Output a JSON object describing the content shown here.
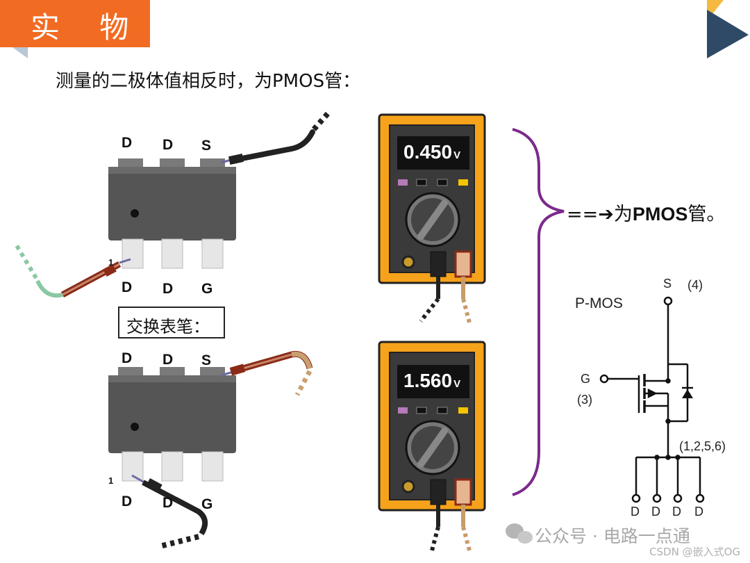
{
  "header": {
    "title": "实 物",
    "subtitle": "测量的二极体值相反时，为PMOS管："
  },
  "chip_top": {
    "pins_top": [
      "D",
      "D",
      "S"
    ],
    "pins_bottom": [
      "D",
      "D",
      "G"
    ],
    "pin1": "1"
  },
  "swap_label": "交换表笔：",
  "chip_bottom": {
    "pins_top": [
      "D",
      "D",
      "S"
    ],
    "pins_bottom": [
      "D",
      "D",
      "G"
    ],
    "pin1": "1"
  },
  "meter_top": {
    "reading": "0.450",
    "unit": "V"
  },
  "meter_bottom": {
    "reading": "1.560",
    "unit": "V"
  },
  "conclusion": {
    "arrow": "==➔",
    "prefix": "为",
    "bold": "PMOS",
    "suffix": "管。"
  },
  "schematic": {
    "title": "P-MOS",
    "s_label": "S",
    "s_num": "(4)",
    "g_label": "G",
    "g_num": "(3)",
    "d_nums": "(1,2,5,6)",
    "d_labels": [
      "D",
      "D",
      "D",
      "D"
    ]
  },
  "watermark": {
    "main": "公众号 · 电路一点通",
    "sub": "CSDN @嵌入式OG"
  },
  "colors": {
    "banner": "#f26b22",
    "meter_frame": "#f7a21b",
    "brace": "#7b2a8c",
    "nav": "#2e4a66"
  }
}
